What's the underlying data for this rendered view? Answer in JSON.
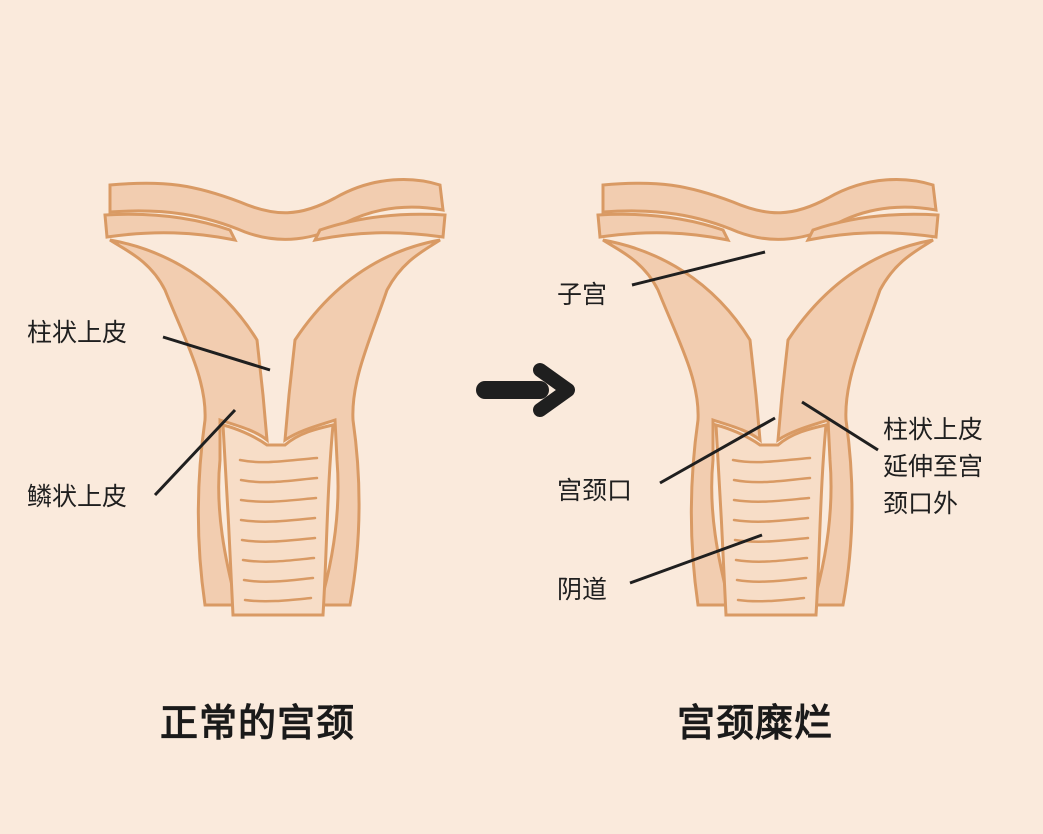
{
  "left_diagram": {
    "labels": {
      "columnar": "柱状上皮",
      "squamous": "鳞状上皮"
    },
    "caption": "正常的宫颈"
  },
  "right_diagram": {
    "labels": {
      "uterus": "子宫",
      "cervical_os": "宫颈口",
      "vagina": "阴道",
      "ectropion_line1": "柱状上皮",
      "ectropion_line2": "延伸至宫",
      "ectropion_line3": "颈口外"
    },
    "caption": "宫颈糜烂"
  },
  "colors": {
    "background": "#faeadc",
    "tissue_fill": "#f2cdb0",
    "outline": "#d99a64",
    "pointer": "#1f1f1f"
  }
}
